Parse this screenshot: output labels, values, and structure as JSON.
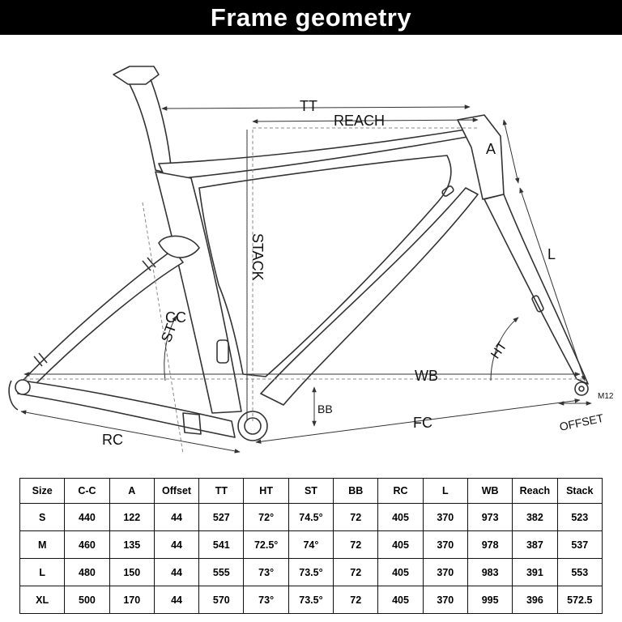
{
  "header": {
    "title": "Frame geometry"
  },
  "labels": {
    "tt": "TT",
    "reach": "REACH",
    "a": "A",
    "stack": "STACK",
    "l": "L",
    "cc": "CC",
    "st": "ST",
    "ht": "HT",
    "wb": "WB",
    "bb": "BB",
    "fc": "FC",
    "rc": "RC",
    "offset": "OFFSET",
    "m12": "M12"
  },
  "table": {
    "headers": [
      "Size",
      "C-C",
      "A",
      "Offset",
      "TT",
      "HT",
      "ST",
      "BB",
      "RC",
      "L",
      "WB",
      "Reach",
      "Stack"
    ],
    "rows": [
      [
        "S",
        "440",
        "122",
        "44",
        "527",
        "72°",
        "74.5°",
        "72",
        "405",
        "370",
        "973",
        "382",
        "523"
      ],
      [
        "M",
        "460",
        "135",
        "44",
        "541",
        "72.5°",
        "74°",
        "72",
        "405",
        "370",
        "978",
        "387",
        "537"
      ],
      [
        "L",
        "480",
        "150",
        "44",
        "555",
        "73°",
        "73.5°",
        "72",
        "405",
        "370",
        "983",
        "391",
        "553"
      ],
      [
        "XL",
        "500",
        "170",
        "44",
        "570",
        "73°",
        "73.5°",
        "72",
        "405",
        "370",
        "995",
        "396",
        "572.5"
      ]
    ]
  }
}
